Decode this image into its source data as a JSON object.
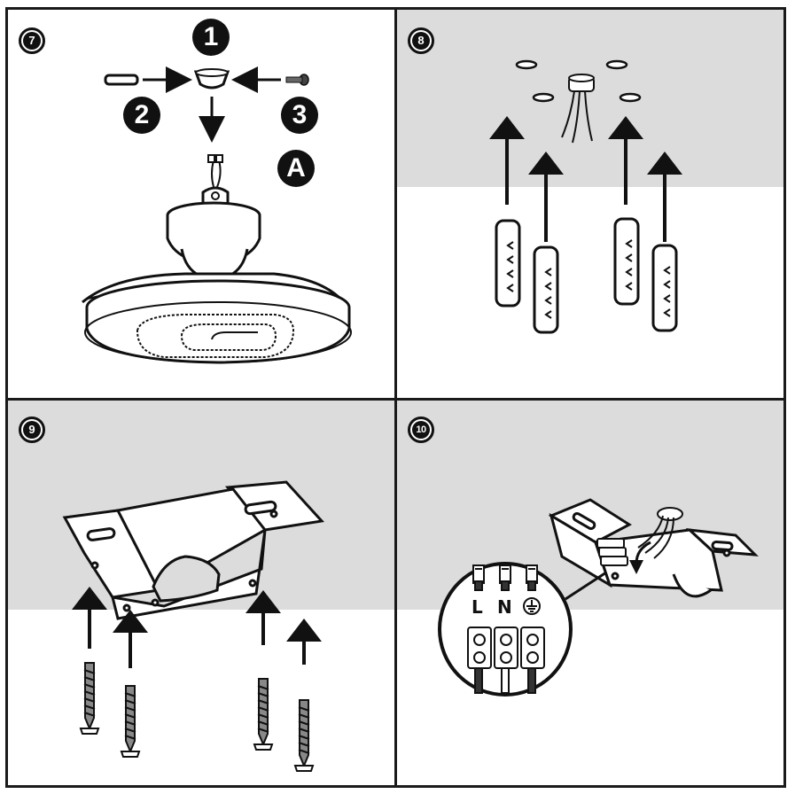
{
  "steps": [
    {
      "number": "7",
      "parts": [
        "1",
        "2",
        "3",
        "A"
      ]
    },
    {
      "number": "8"
    },
    {
      "number": "9"
    },
    {
      "number": "10",
      "terminals": {
        "live": "L",
        "neutral": "N",
        "earth_icon": "earth-ground-icon"
      }
    }
  ],
  "colors": {
    "line": "#111111",
    "ceiling": "#dcdcdc",
    "background": "#ffffff"
  }
}
